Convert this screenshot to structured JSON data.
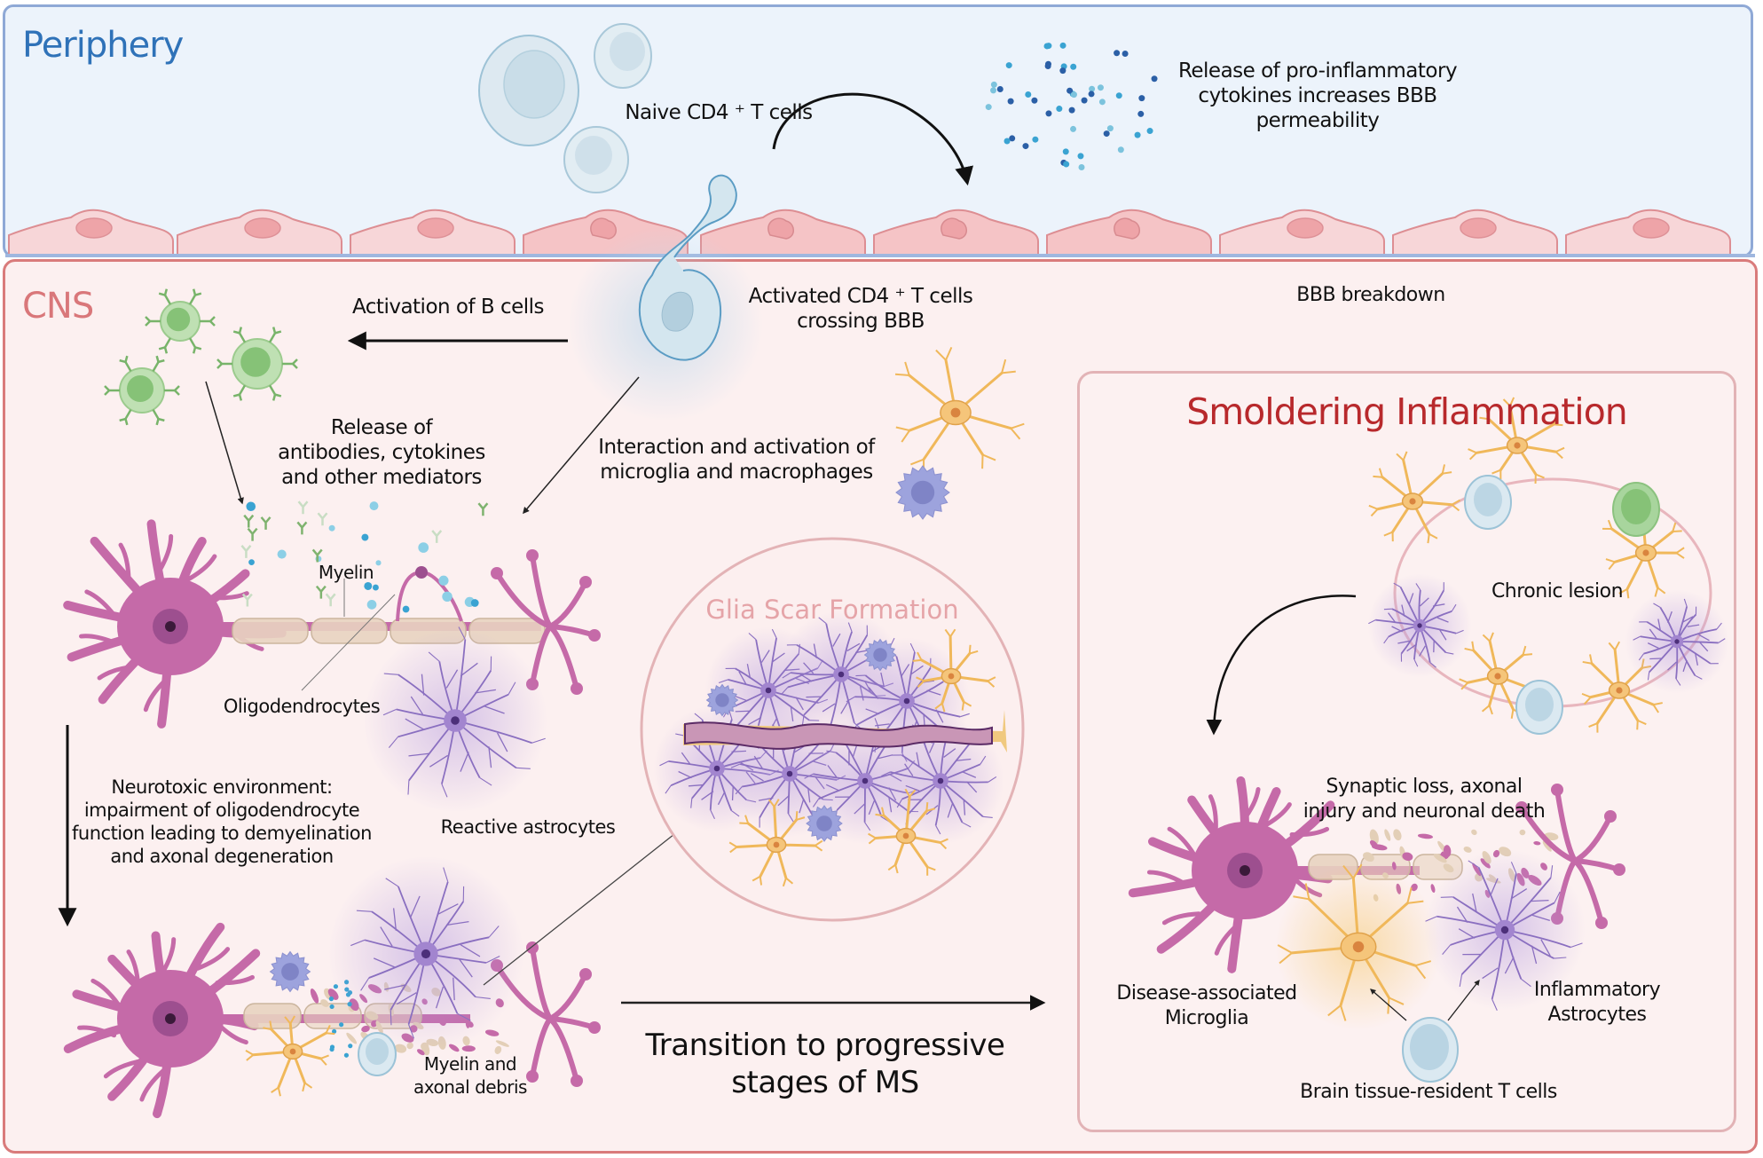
{
  "regions": {
    "periphery": {
      "title": "Periphery",
      "color": "#2f72b8"
    },
    "cns": {
      "title": "CNS",
      "color": "#d9777a"
    },
    "smoldering": {
      "title": "Smoldering Inflammation",
      "color": "#b8292c"
    },
    "glia_scar": {
      "title": "Glia Scar Formation",
      "color": "#e5a4a8"
    }
  },
  "labels": {
    "naive_t_cells": "Naive CD4 ⁺ T cells",
    "cytokine_release": "Release of pro-inflammatory\ncytokines increases BBB\npermeability",
    "activated_t_cells": "Activated CD4 ⁺ T cells\ncrossing BBB",
    "bbb_breakdown": "BBB breakdown",
    "b_cell_activation": "Activation of B cells",
    "antibody_release": "Release of\nantibodies, cytokines\nand other mediators",
    "microglia_activation": "Interaction and activation of\nmicroglia and macrophages",
    "myelin": "Myelin",
    "oligodendrocytes": "Oligodendrocytes",
    "reactive_astrocytes": "Reactive astrocytes",
    "neurotoxic": "Neurotoxic environment:\nimpairment of oligodendrocyte\nfunction leading to demyelination\nand axonal degeneration",
    "debris": "Myelin and\naxonal debris",
    "transition": "Transition to progressive\nstages of MS",
    "chronic_lesion": "Chronic lesion",
    "synaptic_loss": "Synaptic loss, axonal\ninjury and neuronal death",
    "dam": "Disease-associated\nMicroglia",
    "inflammatory_astrocytes": "Inflammatory\nAstrocytes",
    "trm_t_cells": "Brain tissue-resident T cells"
  },
  "colors": {
    "neuron": "#c56aa8",
    "myelin": "#e8d3c0",
    "astrocyte": "#a98fd0",
    "microglia": "#f0b85a",
    "macrophage": "#9da3dd",
    "b_cell": "#a8d59d",
    "t_cell": "#bfdbe8",
    "endothelial": "#f7d6d8",
    "cytokine_dark": "#2b5fa6",
    "cytokine_light": "#3aa3d2"
  }
}
